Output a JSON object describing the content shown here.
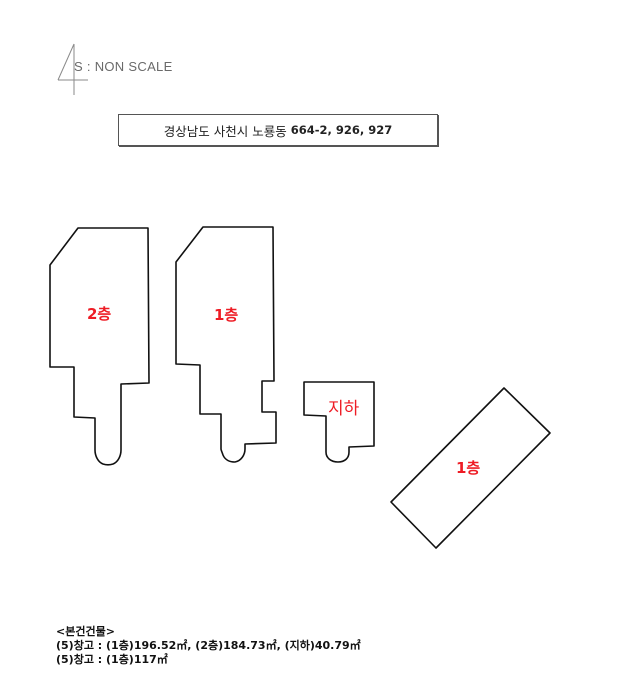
{
  "header": {
    "scale_text": "S : NON SCALE",
    "north_icon": "north-arrow-4-icon"
  },
  "address": {
    "region": "경상남도 사천시 노룡동",
    "lots": "664-2, 926, 927"
  },
  "buildings": [
    {
      "id": "b1",
      "label": "2층"
    },
    {
      "id": "b2",
      "label": "1층"
    },
    {
      "id": "b3",
      "label": "지하"
    },
    {
      "id": "b4",
      "label": "1층"
    }
  ],
  "notes": {
    "title": "<본건건물>",
    "lines": [
      "(5)창고 :  (1층)196.52㎡, (2층)184.73㎡, (지하)40.79㎡",
      "(5)창고 : (1층)117㎡"
    ]
  },
  "colors": {
    "label_red": "#ee1c25",
    "outline": "#111111",
    "scale_gray": "#6a6a6a"
  }
}
